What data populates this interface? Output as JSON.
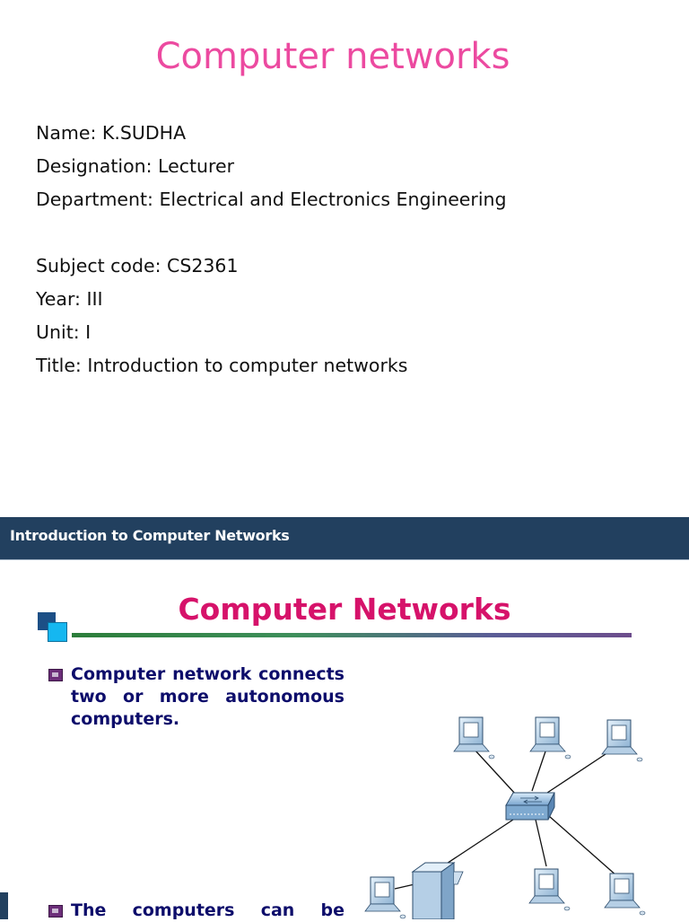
{
  "slide1": {
    "title": "Computer networks",
    "lines": [
      "Name: K.SUDHA",
      "Designation: Lecturer",
      "Department: Electrical and Electronics Engineering",
      "Subject code: CS2361",
      "Year: III",
      "Unit: I",
      "Title: Introduction to computer networks"
    ]
  },
  "slide2": {
    "header": "Introduction to Computer Networks",
    "title": "Computer Networks",
    "bullets": [
      {
        "lines": [
          "Computer network connects",
          "two or more autonomous",
          "computers."
        ]
      },
      {
        "lines": [
          "The computers can be"
        ]
      }
    ],
    "icons": {
      "bullet": "square-bullet-icon",
      "decor": "overlapping-squares-icon",
      "switch": "network-switch-icon",
      "computer": "computer-icon",
      "server": "server-icon"
    },
    "colors": {
      "slide1_title": "#ec4aa0",
      "header_bg": "#22405f",
      "slide2_title": "#d6126a",
      "bullet_text": "#0d0d6b"
    }
  }
}
